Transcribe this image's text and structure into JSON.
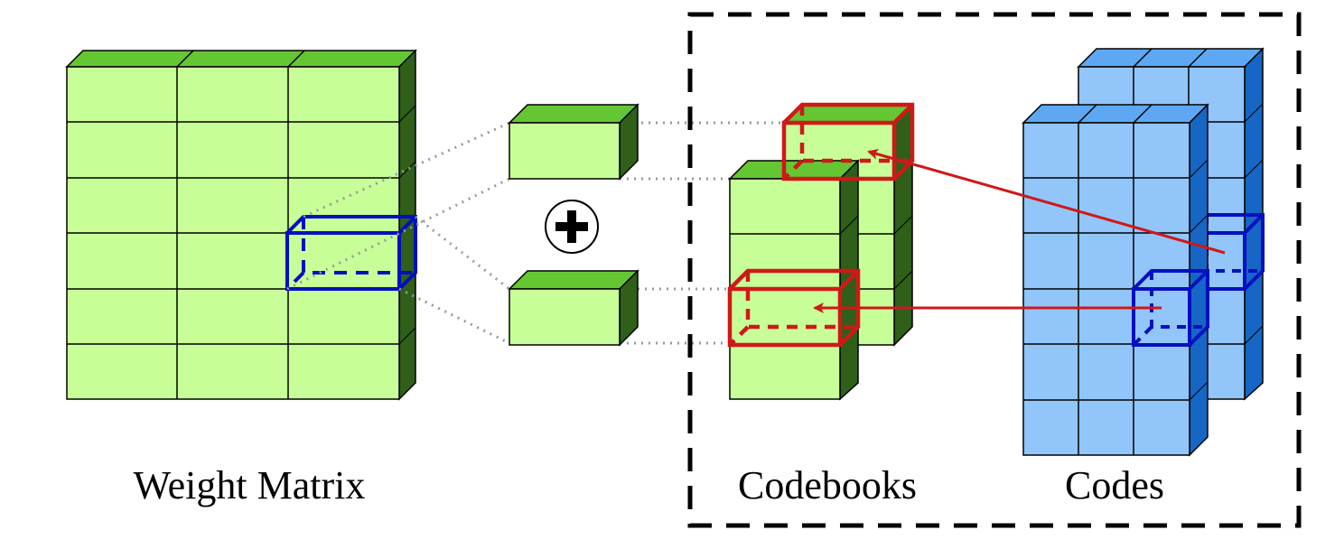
{
  "labels": {
    "weight_matrix": "Weight Matrix",
    "codebooks": "Codebooks",
    "codes": "Codes"
  },
  "symbols": {
    "plus": "plus-circle-icon"
  },
  "colors": {
    "green_front": "#c8fe98",
    "green_top": "#64c632",
    "green_side": "#2f5f19",
    "blue_front": "#92c6fa",
    "blue_top": "#5ea8f3",
    "blue_side": "#1666c5",
    "highlight_blue": "#0010c0",
    "highlight_red": "#d01818",
    "connector_gray": "#9a9a9a"
  }
}
